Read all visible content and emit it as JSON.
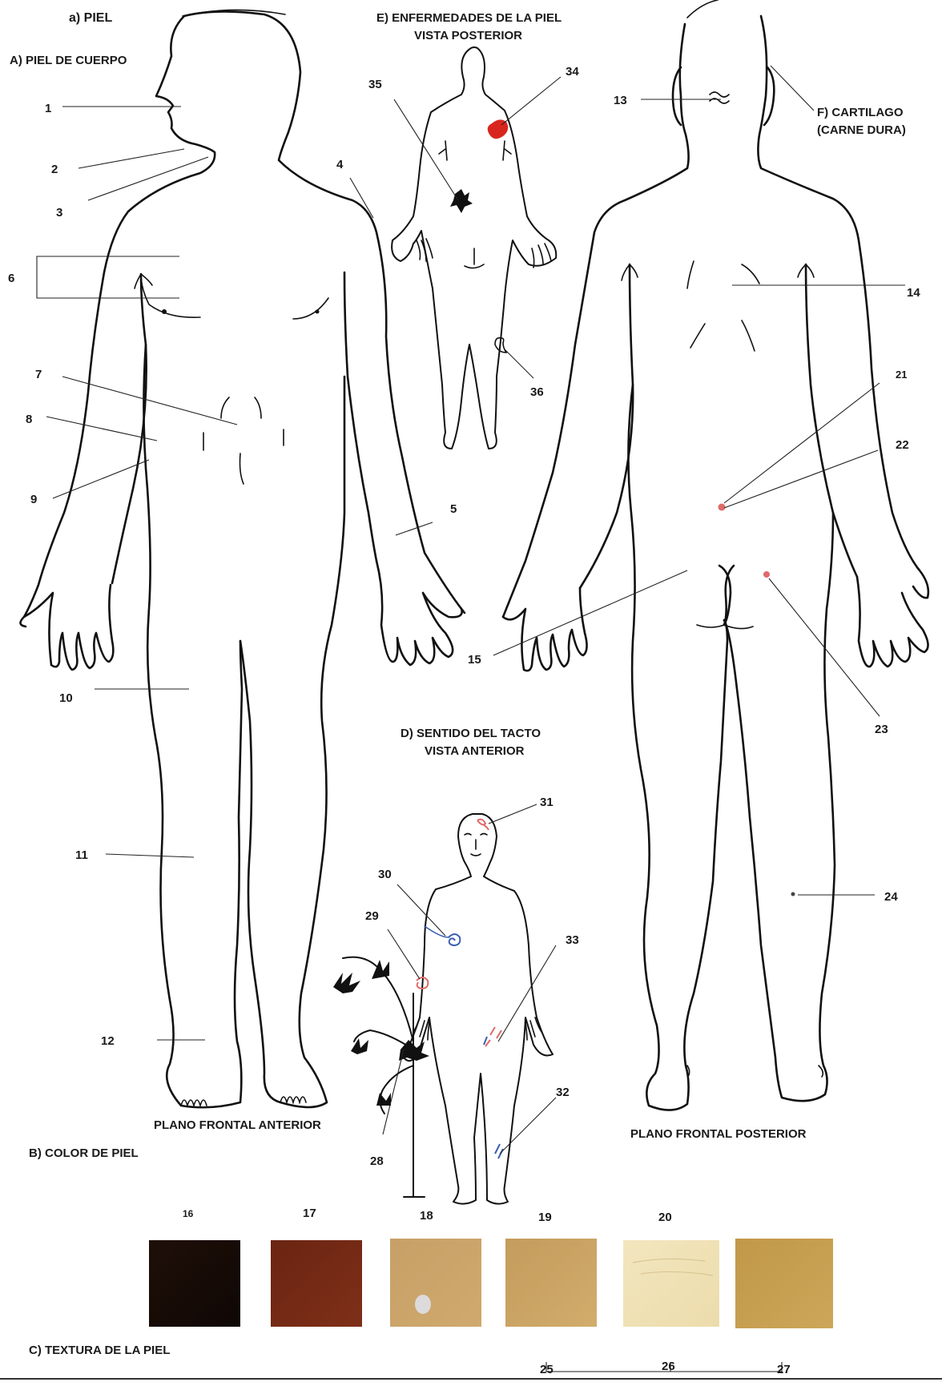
{
  "title": "a)    PIEL",
  "sections": {
    "a": "A) PIEL DE CUERPO",
    "b": "B) COLOR DE PIEL",
    "c": "C) TEXTURA DE LA PIEL",
    "d_line1": "D) SENTIDO DEL TACTO",
    "d_line2": "VISTA ANTERIOR",
    "e_line1": "E) ENFERMEDADES DE LA PIEL",
    "e_line2": "VISTA POSTERIOR",
    "f_line1": "F) CARTILAGO",
    "f_line2": "(CARNE DURA)"
  },
  "planes": {
    "anterior": "PLANO FRONTAL ANTERIOR",
    "posterior": "PLANO FRONTAL POSTERIOR"
  },
  "numbers": {
    "n1": "1",
    "n2": "2",
    "n3": "3",
    "n4": "4",
    "n5": "5",
    "n6": "6",
    "n7": "7",
    "n8": "8",
    "n9": "9",
    "n10": "10",
    "n11": "11",
    "n12": "12",
    "n13": "13",
    "n14": "14",
    "n15": "15",
    "n16": "16",
    "n17": "17",
    "n18": "18",
    "n19": "19",
    "n20": "20",
    "n21": "21",
    "n22": "22",
    "n23": "23",
    "n24": "24",
    "n25": "25",
    "n26": "26",
    "n27": "27",
    "n28": "28",
    "n29": "29",
    "n30": "30",
    "n31": "31",
    "n32": "32",
    "n33": "33",
    "n34": "34",
    "n35": "35",
    "n36": "36"
  },
  "skin_swatches": [
    {
      "colors": [
        "#120906",
        "#1f0f08"
      ]
    },
    {
      "colors": [
        "#5a1e0e",
        "#7a2c16"
      ]
    },
    {
      "colors": [
        "#c09a60",
        "#d2ad72"
      ]
    },
    {
      "colors": [
        "#c39c5c",
        "#d0ab6a"
      ]
    },
    {
      "colors": [
        "#efe0b4",
        "#f7edcc"
      ]
    },
    {
      "colors": [
        "#b88f45",
        "#caa257"
      ]
    }
  ],
  "colors": {
    "lesion_red": "#d8261e",
    "mark_red": "#e06a6a",
    "mark_blue": "#3a5fb0",
    "outline": "#111111"
  }
}
